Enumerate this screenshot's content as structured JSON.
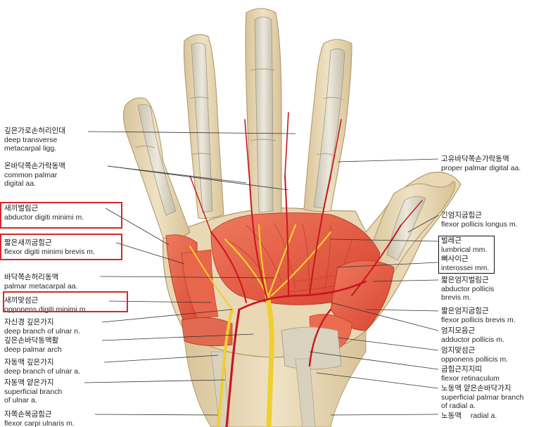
{
  "labels_left": [
    {
      "ko": "깊은가로손허리인대",
      "en1": "deep transverse",
      "en2": "metacarpal ligg."
    },
    {
      "ko": "온바닥쪽손가락동맥",
      "en1": "common palmar",
      "en2": "digital aa."
    },
    {
      "ko": "새끼벌림근",
      "en1": "abductor digiti minimi m.",
      "en2": ""
    },
    {
      "ko": "짧은새끼굽힘근",
      "en1": "flexor digiti minimi brevis m.",
      "en2": ""
    },
    {
      "ko": "바닥쪽손허리동맥",
      "en1": "palmar metacarpal aa.",
      "en2": ""
    },
    {
      "ko": "새끼맞섬근",
      "en1": "opponens digiti minimi m.",
      "en2": ""
    },
    {
      "ko": "자신경 깊은가지",
      "en1": "deep branch of ulnar n.",
      "en2": ""
    },
    {
      "ko": "깊은손바닥동맥활",
      "en1": "deep palmar arch",
      "en2": ""
    },
    {
      "ko": "자동맥 깊은가지",
      "en1": "deep branch of ulnar a.",
      "en2": ""
    },
    {
      "ko": "자동맥 얕은가지",
      "en1": "superficial branch",
      "en2": "of ulnar a."
    },
    {
      "ko": "자쪽손목굽힘근",
      "en1": "flexor carpi ulnaris m.",
      "en2": ""
    }
  ],
  "labels_right": [
    {
      "ko": "고유바닥쪽손가락동맥",
      "en1": "proper palmar digital aa.",
      "en2": ""
    },
    {
      "ko": "긴엄지굽힘근",
      "en1": "flexor pollicis longus m.",
      "en2": ""
    },
    {
      "ko": "벌레근",
      "en1": "lumbrical mm.",
      "en2": ""
    },
    {
      "ko": "뼈사이근",
      "en1": "interossei mm.",
      "en2": ""
    },
    {
      "ko": "짧은엄지벌림근",
      "en1": "abductor pollicis",
      "en2": "brevis m."
    },
    {
      "ko": "짧은엄지굽힘근",
      "en1": "flexor pollicis brevis m.",
      "en2": ""
    },
    {
      "ko": "엄지모음근",
      "en1": "adductor pollicis m.",
      "en2": ""
    },
    {
      "ko": "엄지맞섬근",
      "en1": "opponens pollicis m.",
      "en2": ""
    },
    {
      "ko": "굽힘근지지띠",
      "en1": "flexor retinaculum",
      "en2": ""
    },
    {
      "ko": "노동맥 얕은손바닥가지",
      "en1": "superficial palmar branch",
      "en2": "of radial a."
    },
    {
      "ko": "노동맥",
      "en1": "radial a.",
      "en2": ""
    }
  ],
  "colors": {
    "skin": "#e7d6b0",
    "muscle": "#e2553f",
    "tendon": "#d6d0bd",
    "nerve": "#efcf2f",
    "artery": "#c8161e",
    "highlight_box": "#d6282b"
  }
}
